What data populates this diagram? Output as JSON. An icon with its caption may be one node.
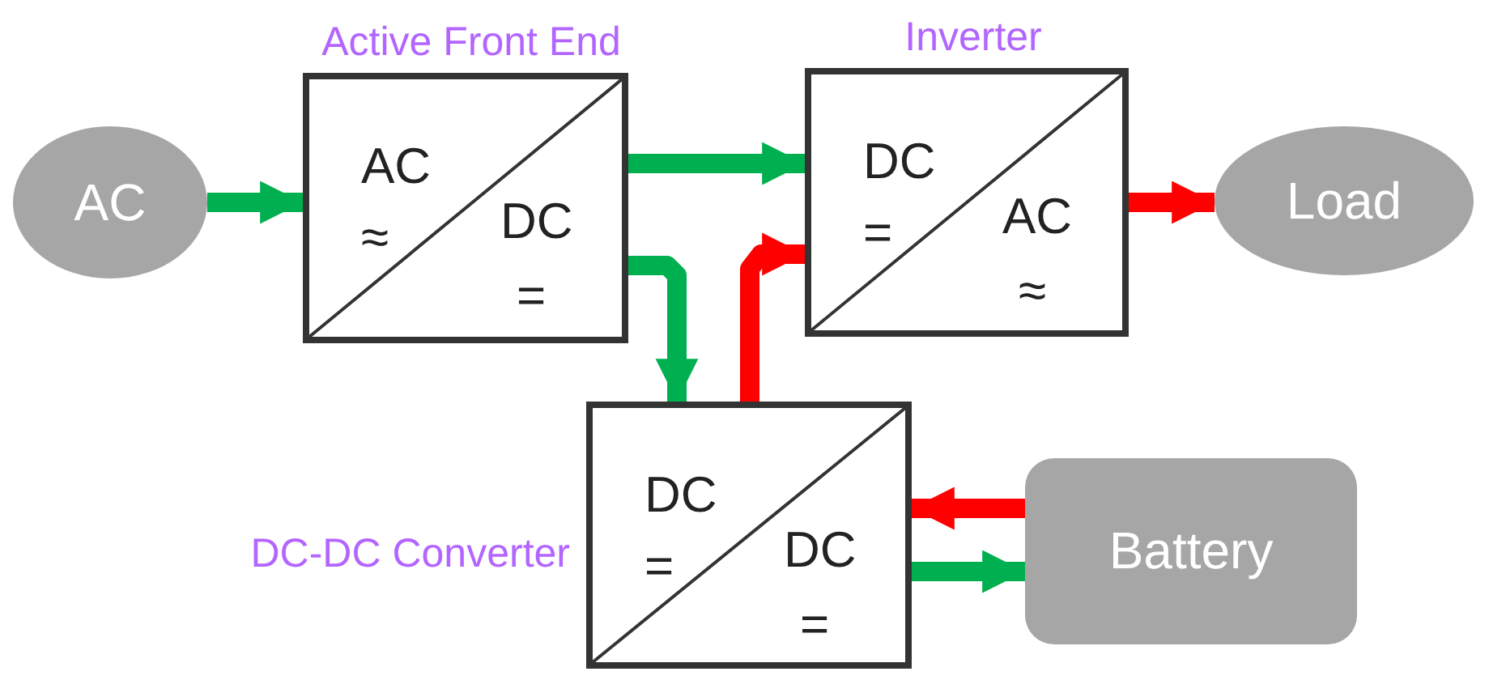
{
  "diagram": {
    "nodes": [
      {
        "text": [
          "AC"
        ]
      },
      {
        "text": [
          "Active Front End",
          "AC",
          "≈",
          "DC",
          "="
        ]
      },
      {
        "text": [
          "Inverter",
          "DC",
          "=",
          "AC",
          "≈"
        ]
      },
      {
        "text": [
          "DC-DC Converter",
          "DC",
          "=",
          "DC",
          "="
        ]
      },
      {
        "text": [
          "Load"
        ]
      },
      {
        "text": [
          "Battery"
        ]
      }
    ],
    "edges": [
      {
        "from": 0,
        "to": 1,
        "arrow": "to"
      },
      {
        "from": 1,
        "to": 2,
        "arrow": "to"
      },
      {
        "from": 1,
        "to": 3,
        "arrow": "to"
      },
      {
        "from": 3,
        "to": 2,
        "arrow": "to",
        "color": "#ff0000"
      },
      {
        "from": 2,
        "to": 4,
        "arrow": "to",
        "color": "#ff0000"
      },
      {
        "from": 5,
        "to": 3,
        "arrow": "to",
        "color": "#ff0000"
      },
      {
        "from": 3,
        "to": 5,
        "arrow": "to"
      }
    ]
  }
}
